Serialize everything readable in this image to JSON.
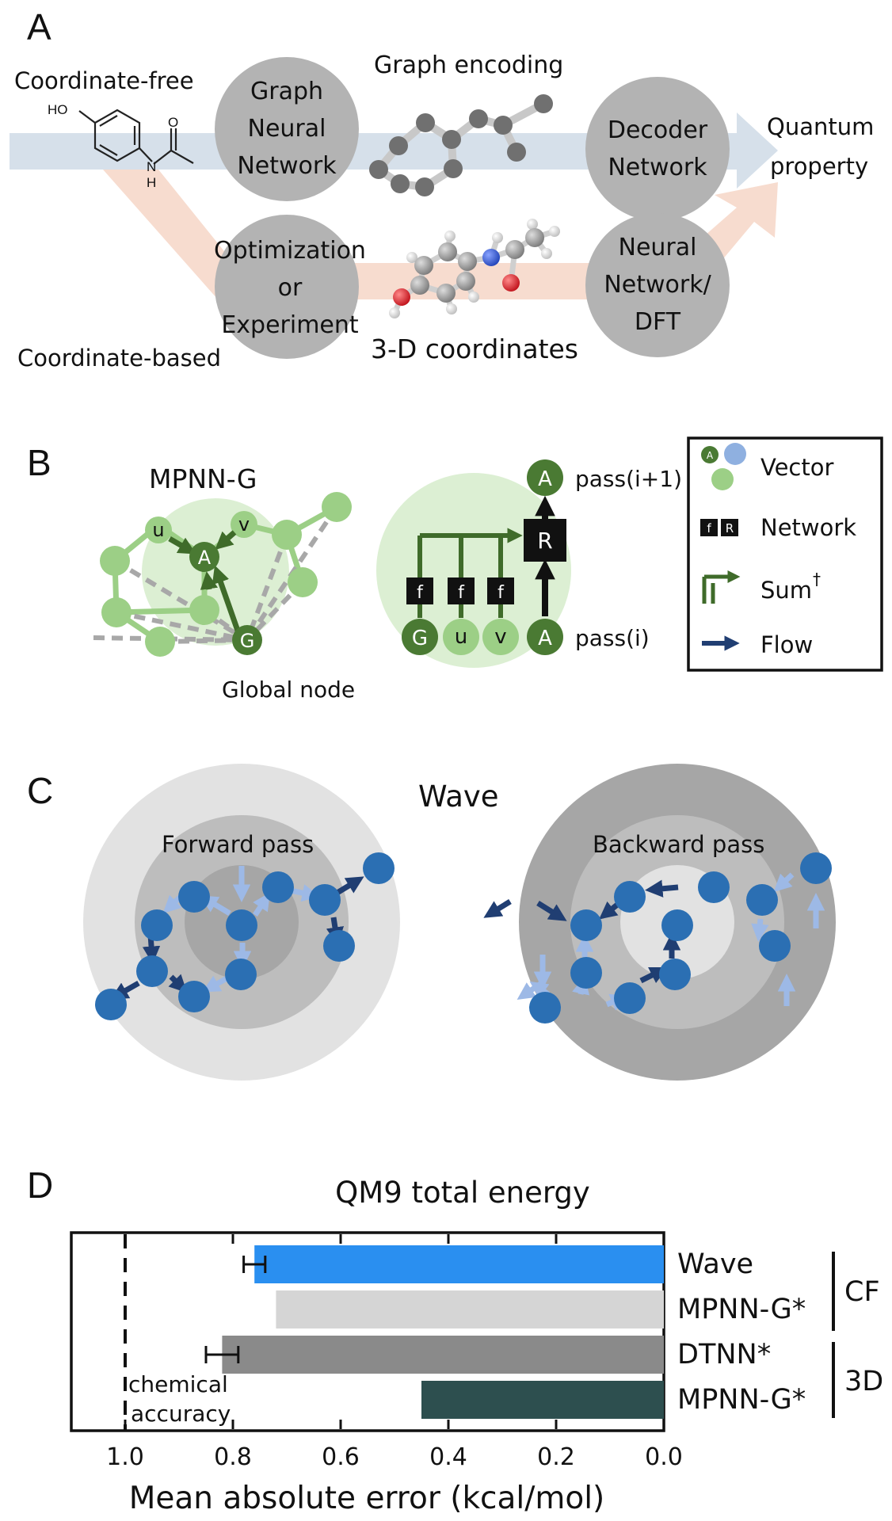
{
  "panels": {
    "a": {
      "letter": "A",
      "coordinate_free": "Coordinate-free",
      "coordinate_based": "Coordinate-based",
      "graph_encoding": "Graph encoding",
      "gnn": [
        "Graph",
        "Neural",
        "Network"
      ],
      "decoder": [
        "Decoder",
        "Network"
      ],
      "quantum": [
        "Quantum",
        "property"
      ],
      "optimization": [
        "Optimization",
        "or",
        "Experiment"
      ],
      "coords_3d": "3-D coordinates",
      "nn_dft": [
        "Neural",
        "Network/",
        "DFT"
      ],
      "mol_ho": "HO",
      "mol_n": "N",
      "mol_h": "H",
      "mol_o": "O"
    },
    "b": {
      "letter": "B",
      "title": "MPNN-G",
      "global_node": "Global node",
      "node_u": "u",
      "node_v": "v",
      "node_a": "A",
      "node_g": "G",
      "net_f": "f",
      "net_r": "R",
      "pass_next": "pass(i+1)",
      "pass_cur": "pass(i)",
      "legend": {
        "vector": "Vector",
        "network": "Network",
        "sum": "Sum",
        "sum_mark": "†",
        "flow": "Flow"
      },
      "colors": {
        "dark_green": "#4a7a33",
        "light_green": "#9ccf86",
        "halo": "#dcefd3",
        "edge": "#9ccf86",
        "dashed": "#a8a8a8"
      }
    },
    "c": {
      "letter": "C",
      "title": "Wave",
      "forward": "Forward pass",
      "backward": "Backward pass",
      "colors": {
        "node": "#2b6fb3",
        "dark_arrow": "#203e72",
        "light_arrow": "#9db9e6",
        "ring_outer": "#e2e2e2",
        "ring_mid": "#bdbdbd",
        "ring_inner": "#a6a6a6"
      }
    },
    "d": {
      "letter": "D",
      "title": "QM9 total energy",
      "xlabel": "Mean absolute error (kcal/mol)",
      "ticks": [
        "1.0",
        "0.8",
        "0.6",
        "0.4",
        "0.2",
        "0.0"
      ],
      "threshold_label": [
        "chemical",
        "accuracy"
      ],
      "group_cf": "CF",
      "group_3d": "3D",
      "bar_labels": [
        "Wave",
        "MPNN-G*",
        "DTNN*",
        "MPNN-G*"
      ]
    }
  },
  "chart_data": {
    "type": "bar",
    "orientation": "horizontal",
    "title": "QM9 total energy",
    "xlabel": "Mean absolute error (kcal/mol)",
    "xlim": [
      1.1,
      0.0
    ],
    "xticks": [
      1.0,
      0.8,
      0.6,
      0.4,
      0.2,
      0.0
    ],
    "categories": [
      "Wave",
      "MPNN-G*",
      "DTNN*",
      "MPNN-G*"
    ],
    "groups": [
      "CF",
      "CF",
      "3D",
      "3D"
    ],
    "values": [
      0.76,
      0.72,
      0.82,
      0.45
    ],
    "errors": [
      0.02,
      null,
      0.03,
      null
    ],
    "colors": [
      "#2a8ff0",
      "#d5d5d5",
      "#8a8a8a",
      "#2d4f4f"
    ],
    "reference_line": {
      "value": 1.0,
      "style": "dashed"
    },
    "grid": false
  }
}
